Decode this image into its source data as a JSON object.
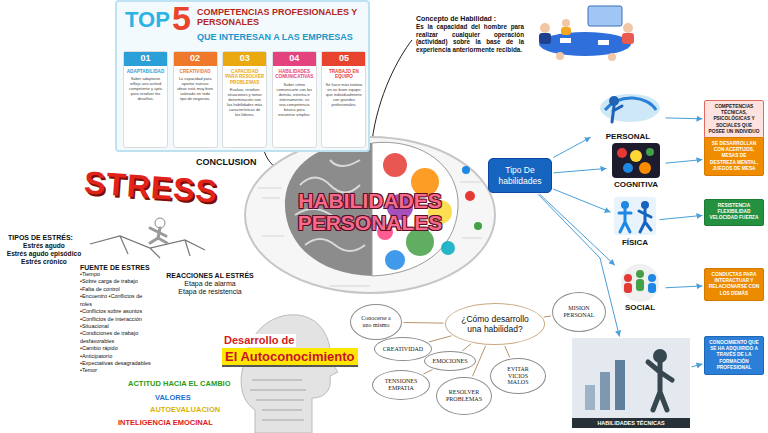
{
  "diagram": {
    "nodes": [
      {
        "text": [
          "TOP",
          "5",
          "COMPETENCIAS PROFESIONALES Y PERSONALES",
          "QUE INTERESAN A LAS EMPRESAS"
        ]
      },
      {
        "text": [
          "01",
          "ADAPTABILIDAD",
          "Saber adaptarse refleja una actitud competente y apta para resolver los desafíos."
        ],
        "in": 0
      },
      {
        "text": [
          "02",
          "CREATIVIDAD",
          "La capacidad para aportar nuevas ideas está muy bien valorada en todo tipo de negocios."
        ],
        "in": 0
      },
      {
        "text": [
          "03",
          "CAPACIDAD PARA RESOLVER PROBLEMAS",
          "Evaluar, resolver situaciones y tomar determinación son las habilidades más características de los líderes."
        ],
        "in": 0
      },
      {
        "text": [
          "04",
          "HABILIDADES COMUNICATIVAS",
          "Saber cómo comunicarte con los demás, externa e internamente, es una competencia básica para encontrar empleo."
        ],
        "in": 0
      },
      {
        "text": [
          "05",
          "TRABAJO EN EQUIPO",
          "Se hace más notorio en un buen equipo que individualmente con grandes profesionales."
        ],
        "in": 0
      },
      {
        "text": [
          "HABILIDADES PERSONALES"
        ]
      },
      {
        "text": [
          "Tipo De habilidades"
        ]
      },
      {
        "text": [
          "PERSONAL"
        ]
      },
      {
        "text": [
          "COGNITIVA"
        ]
      },
      {
        "text": [
          "FÍSICA"
        ]
      },
      {
        "text": [
          "SOCIAL"
        ]
      },
      {
        "text": [
          "HABILIDADES TÉCNICAS"
        ]
      },
      {
        "text": [
          "COMPETENCIAS TÉCNICAS, PSICOLÓGICAS Y SOCIALES QUE POSEE UN INDIVIDUO"
        ]
      },
      {
        "text": [
          "SE DESARROLLAN CON ACERTIJOS, MESAS DE DESTREZA MENTAL, JUEGOS DE MESA"
        ]
      },
      {
        "text": [
          "RESISTENCIA FLEXIBILIDAD VELOCIDAD FUERZA"
        ]
      },
      {
        "text": [
          "CONDUCTAS PARA INTERACTUAR Y RELACIONARSE CON LOS DEMÁS"
        ]
      },
      {
        "text": [
          "CONOCIMIENTO QUE SE HA ADQUIRIDO A TRAVÉS DE LA FORMACIÓN PROFESIONAL"
        ]
      },
      {
        "text": [
          "¿Cómo desarrollo una habilidad?"
        ]
      },
      {
        "text": [
          "MISION PERSONAL"
        ]
      },
      {
        "text": [
          "Conocerse a uno mismo"
        ]
      },
      {
        "text": [
          "CREATIVIDAD"
        ]
      },
      {
        "text": [
          "EMOCIONES"
        ]
      },
      {
        "text": [
          "TENSIONES EMPATIA"
        ]
      },
      {
        "text": [
          "RESOLVER PROBLEMAS"
        ]
      },
      {
        "text": [
          "EVITAR VICIOS MALOS"
        ]
      },
      {
        "text": [
          "Desarrollo de",
          "El Autoconocimiento"
        ]
      }
    ],
    "edges": [
      {
        "from": 7,
        "to": 8,
        "arrow": "to"
      },
      {
        "from": 7,
        "to": 9,
        "arrow": "to"
      },
      {
        "from": 7,
        "to": 10,
        "arrow": "to"
      },
      {
        "from": 7,
        "to": 11,
        "arrow": "to"
      },
      {
        "from": 7,
        "to": 12,
        "arrow": "to"
      },
      {
        "from": 8,
        "to": 13,
        "arrow": "to"
      },
      {
        "from": 9,
        "to": 14,
        "arrow": "to"
      },
      {
        "from": 10,
        "to": 15,
        "arrow": "to"
      },
      {
        "from": 11,
        "to": 16,
        "arrow": "to"
      },
      {
        "from": 12,
        "to": 17,
        "arrow": "to"
      },
      {
        "from": 18,
        "to": 19,
        "arrow": "none"
      },
      {
        "from": 18,
        "to": 20,
        "arrow": "none"
      },
      {
        "from": 18,
        "to": 21,
        "arrow": "none"
      },
      {
        "from": 18,
        "to": 22,
        "arrow": "none"
      },
      {
        "from": 22,
        "to": 23,
        "arrow": "none"
      },
      {
        "from": 18,
        "to": 24,
        "arrow": "none"
      },
      {
        "from": 18,
        "to": 25,
        "arrow": "none"
      }
    ],
    "labels": [
      "CONCLUSION",
      "Concepto de Habilidad :",
      "Es la capacidad del hombre para realizar cualquier operación (actividad) sobre la base de la experiencia anteriormente recibida.",
      "STRESS",
      "TIPOS DE ESTRÉS:",
      "Estrés agudo",
      "Estrés agudo episódico",
      "Estrés crónico",
      "FUENTE DE ESTRES",
      "•Tiempo",
      "•Sobre carga de trabajo",
      "•Falta de control",
      "•Encuentro •Conflictos de roles",
      "•Conflictos sobre asuntos",
      "•Conflictos de interacción",
      "•Situacional",
      "•Condiciones de trabajo desfavorables",
      "•Cambio rápido",
      "•Anticipatorio",
      "•Expectativas desagradables",
      "•Temor",
      "REACCIONES AL ESTRÉS",
      "Etapa de alarma",
      "Etapa de resistencia",
      "ACTITUD HACIA EL CAMBIO",
      "VALORES",
      "AUTOEVALUACION",
      "INTELIGENCIA EMOCINAL"
    ]
  }
}
